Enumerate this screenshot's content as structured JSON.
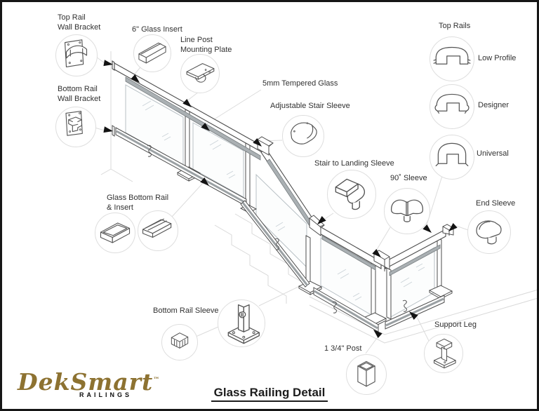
{
  "page": {
    "title": "Glass Railing Detail"
  },
  "logo": {
    "brand": "DekSmart",
    "trademark": "™",
    "tagline": "RAILINGS"
  },
  "callouts": {
    "top_rail_wall_bracket": {
      "label": "Top Rail\nWall Bracket"
    },
    "glass_insert": {
      "label": "6\" Glass Insert"
    },
    "line_post_mounting_plate": {
      "label": "Line Post\nMounting Plate"
    },
    "bottom_rail_wall_bracket": {
      "label": "Bottom Rail\nWall Bracket"
    },
    "tempered_glass": {
      "label": "5mm Tempered Glass"
    },
    "adjustable_stair_sleeve": {
      "label": "Adjustable Stair Sleeve"
    },
    "stair_to_landing_sleeve": {
      "label": "Stair to Landing Sleeve"
    },
    "sleeve_90": {
      "label": "90˚ Sleeve"
    },
    "end_sleeve": {
      "label": "End Sleeve"
    },
    "glass_bottom_rail": {
      "label": "Glass Bottom Rail\n& Insert"
    },
    "bottom_rail_sleeve": {
      "label": "Bottom Rail Sleeve"
    },
    "support_leg": {
      "label": "Support Leg"
    },
    "post_134": {
      "label": "1 3/4\" Post"
    }
  },
  "top_rails": {
    "header": "Top Rails",
    "variants": [
      {
        "label": "Low Profile"
      },
      {
        "label": "Designer"
      },
      {
        "label": "Universal"
      }
    ]
  },
  "colors": {
    "brand_gold": "#8d7231",
    "line": "#4d4d4d",
    "callout_ring": "#dedede"
  }
}
